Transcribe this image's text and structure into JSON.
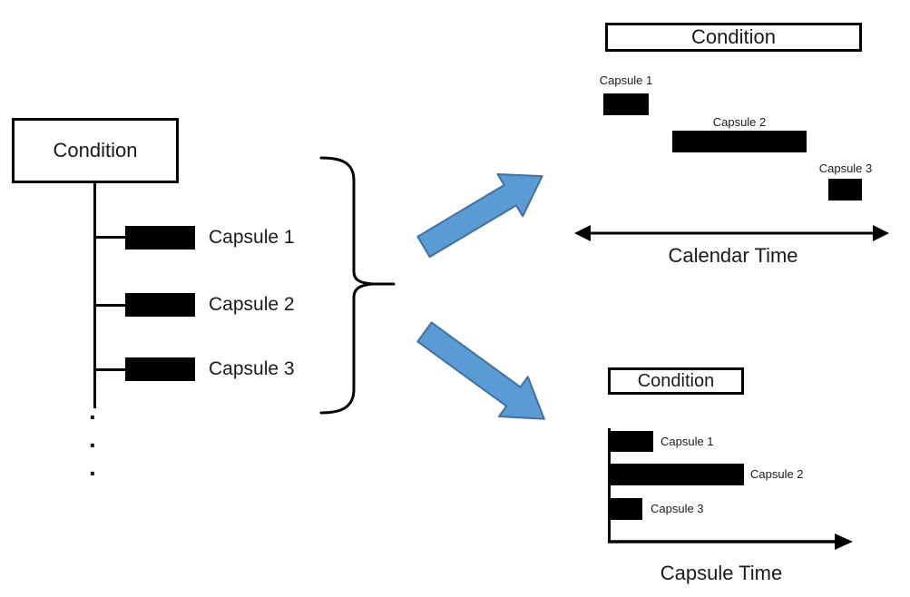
{
  "left_tree": {
    "condition_label": "Condition",
    "capsules": [
      "Capsule 1",
      "Capsule 2",
      "Capsule 3"
    ],
    "ellipsis": [
      ".",
      ".",
      "."
    ]
  },
  "calendar_panel": {
    "condition_label": "Condition",
    "capsules": [
      "Capsule 1",
      "Capsule 2",
      "Capsule 3"
    ],
    "axis_label": "Calendar Time"
  },
  "capsule_panel": {
    "condition_label": "Condition",
    "capsules": [
      "Capsule 1",
      "Capsule 2",
      "Capsule 3"
    ],
    "axis_label": "Capsule Time"
  },
  "colors": {
    "arrow_fill": "#5b9bd5",
    "arrow_stroke": "#41719c",
    "bar": "#000000"
  }
}
